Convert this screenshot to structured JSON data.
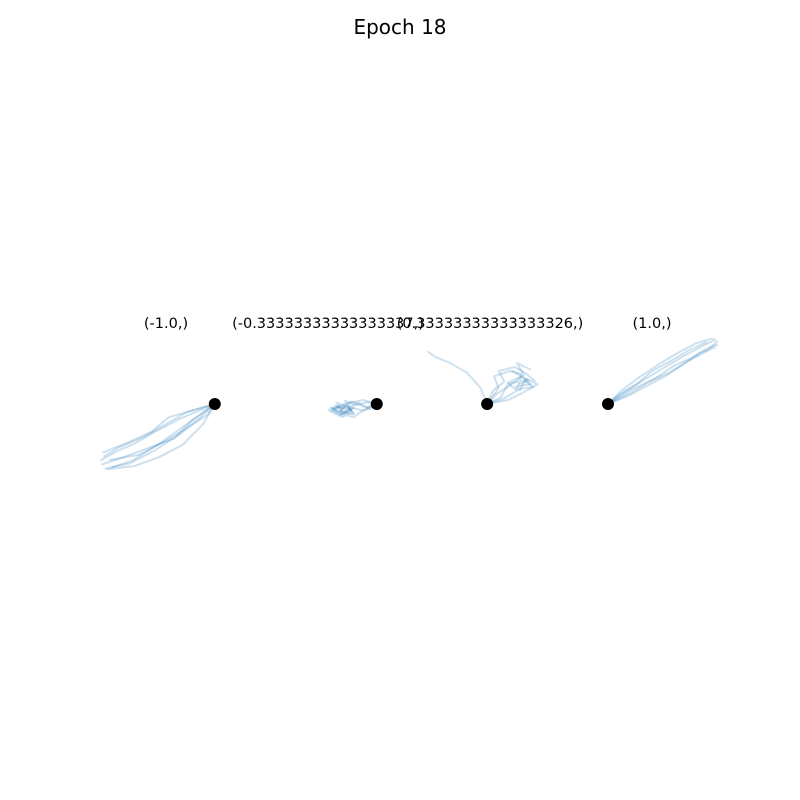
{
  "figure": {
    "title": "Epoch 18"
  },
  "chart_data": [
    {
      "type": "line",
      "title": "(-1.0,)",
      "origin_color": "#000000",
      "trajectory_color": "#1f77b4",
      "origin": [
        0.0,
        0.0
      ],
      "xlim": [
        -1.0,
        0.15
      ],
      "ylim": [
        -1.0,
        1.0
      ],
      "trajectories": [
        {
          "x": [
            0.0,
            -0.12,
            -0.3,
            -0.52,
            -0.74,
            -0.96
          ],
          "y": [
            0.0,
            -0.2,
            -0.45,
            -0.7,
            -0.9,
            -0.98
          ]
        },
        {
          "x": [
            0.0,
            -0.06,
            -0.22,
            -0.45,
            -0.66,
            -0.92
          ],
          "y": [
            0.0,
            -0.16,
            -0.34,
            -0.58,
            -0.77,
            -0.85
          ]
        },
        {
          "x": [
            0.0,
            -0.16,
            -0.4,
            -0.55,
            -0.78,
            -0.98
          ],
          "y": [
            0.0,
            -0.08,
            -0.2,
            -0.42,
            -0.6,
            -0.74
          ]
        },
        {
          "x": [
            0.0,
            -0.2,
            -0.35,
            -0.6,
            -0.82,
            -0.99
          ],
          "y": [
            0.0,
            -0.25,
            -0.52,
            -0.68,
            -0.82,
            -0.92
          ]
        },
        {
          "x": [
            0.0,
            -0.1,
            -0.28,
            -0.48,
            -0.7,
            -0.94
          ],
          "y": [
            0.0,
            -0.3,
            -0.62,
            -0.8,
            -0.94,
            -0.99
          ]
        },
        {
          "x": [
            0.0,
            -0.24,
            -0.46,
            -0.62,
            -0.84,
            -0.97
          ],
          "y": [
            0.0,
            -0.12,
            -0.34,
            -0.5,
            -0.66,
            -0.8
          ]
        },
        {
          "x": [
            0.0,
            -0.14,
            -0.32,
            -0.5,
            -0.72,
            -0.9
          ],
          "y": [
            0.0,
            -0.18,
            -0.4,
            -0.62,
            -0.86,
            -0.96
          ]
        },
        {
          "x": [
            0.0,
            -0.3,
            -0.52,
            -0.7,
            -0.86,
            -1.0
          ],
          "y": [
            0.0,
            -0.22,
            -0.42,
            -0.6,
            -0.72,
            -0.86
          ]
        }
      ]
    },
    {
      "type": "line",
      "title": "(-0.33333333333333337,)",
      "origin_color": "#000000",
      "trajectory_color": "#1f77b4",
      "origin": [
        0.0,
        0.0
      ],
      "xlim": [
        -1.0,
        0.15
      ],
      "ylim": [
        -1.0,
        1.0
      ],
      "trajectories": [
        {
          "x": [
            0.0,
            -0.1,
            -0.22,
            -0.3,
            -0.36,
            -0.28,
            -0.2,
            -0.3
          ],
          "y": [
            0.0,
            -0.05,
            0.04,
            -0.08,
            -0.02,
            -0.14,
            -0.06,
            -0.12
          ]
        },
        {
          "x": [
            0.0,
            -0.12,
            -0.25,
            -0.2,
            -0.32,
            -0.4,
            -0.33,
            -0.26
          ],
          "y": [
            0.0,
            -0.1,
            -0.04,
            -0.16,
            -0.12,
            -0.05,
            -0.18,
            -0.1
          ]
        },
        {
          "x": [
            0.0,
            -0.08,
            -0.18,
            -0.28,
            -0.22,
            -0.34,
            -0.42,
            -0.35
          ],
          "y": [
            0.0,
            0.03,
            -0.02,
            0.05,
            -0.1,
            -0.04,
            -0.09,
            -0.16
          ]
        },
        {
          "x": [
            0.0,
            -0.14,
            -0.2,
            -0.33,
            -0.27,
            -0.38,
            -0.3,
            -0.24
          ],
          "y": [
            0.0,
            -0.12,
            -0.2,
            -0.14,
            -0.02,
            -0.08,
            -0.2,
            -0.15
          ]
        },
        {
          "x": [
            0.0,
            -0.06,
            -0.16,
            -0.24,
            -0.35,
            -0.3,
            -0.2,
            -0.26
          ],
          "y": [
            0.0,
            -0.08,
            0.02,
            -0.05,
            0.02,
            -0.12,
            -0.14,
            -0.04
          ]
        },
        {
          "x": [
            0.0,
            -0.12,
            -0.28,
            -0.38,
            -0.3,
            -0.22,
            -0.32,
            -0.4
          ],
          "y": [
            0.0,
            0.06,
            0.0,
            -0.06,
            -0.16,
            -0.08,
            -0.02,
            -0.12
          ]
        }
      ]
    },
    {
      "type": "line",
      "title": "(0.33333333333333326,)",
      "origin_color": "#000000",
      "trajectory_color": "#1f77b4",
      "origin": [
        0.0,
        0.0
      ],
      "xlim": [
        -0.55,
        0.6
      ],
      "ylim": [
        -1.0,
        1.0
      ],
      "trajectories": [
        {
          "x": [
            0.0,
            0.08,
            0.2,
            0.3,
            0.22,
            0.36,
            0.28
          ],
          "y": [
            0.0,
            0.15,
            0.28,
            0.42,
            0.5,
            0.36,
            0.3
          ]
        },
        {
          "x": [
            0.0,
            0.12,
            0.18,
            0.32,
            0.4,
            0.26,
            0.3
          ],
          "y": [
            0.0,
            0.1,
            0.3,
            0.36,
            0.26,
            0.22,
            0.44
          ]
        },
        {
          "x": [
            0.0,
            0.05,
            0.15,
            0.1,
            0.24,
            0.34,
            0.42
          ],
          "y": [
            0.0,
            0.2,
            0.34,
            0.5,
            0.56,
            0.46,
            0.34
          ]
        },
        {
          "x": [
            0.0,
            0.14,
            0.26,
            0.18,
            0.3,
            0.38,
            0.24
          ],
          "y": [
            0.0,
            0.08,
            0.2,
            0.32,
            0.42,
            0.3,
            0.26
          ]
        },
        {
          "x": [
            0.0,
            0.1,
            0.06,
            0.2,
            0.32,
            0.26,
            0.38
          ],
          "y": [
            0.0,
            0.24,
            0.42,
            0.5,
            0.44,
            0.62,
            0.52
          ]
        },
        {
          "x": [
            0.0,
            -0.06,
            -0.18,
            -0.32,
            -0.46,
            -0.52
          ],
          "y": [
            0.0,
            0.25,
            0.48,
            0.62,
            0.72,
            0.8
          ]
        },
        {
          "x": [
            0.0,
            0.18,
            0.3,
            0.44,
            0.34,
            0.28
          ],
          "y": [
            0.0,
            0.06,
            0.16,
            0.3,
            0.38,
            0.2
          ]
        }
      ]
    },
    {
      "type": "line",
      "title": "(1.0,)",
      "origin_color": "#000000",
      "trajectory_color": "#1f77b4",
      "origin": [
        0.0,
        0.0
      ],
      "xlim": [
        -0.2,
        1.0
      ],
      "ylim": [
        -1.0,
        1.0
      ],
      "trajectories": [
        {
          "x": [
            0.0,
            0.15,
            0.32,
            0.5,
            0.68,
            0.86,
            0.98
          ],
          "y": [
            0.0,
            0.18,
            0.36,
            0.54,
            0.72,
            0.88,
            0.98
          ]
        },
        {
          "x": [
            0.0,
            0.2,
            0.38,
            0.56,
            0.74,
            0.9,
            1.0
          ],
          "y": [
            0.0,
            0.16,
            0.34,
            0.48,
            0.66,
            0.8,
            0.96
          ]
        },
        {
          "x": [
            0.0,
            0.12,
            0.28,
            0.46,
            0.62,
            0.8,
            0.96
          ],
          "y": [
            0.0,
            0.2,
            0.4,
            0.6,
            0.76,
            0.92,
            1.0
          ]
        },
        {
          "x": [
            0.0,
            0.22,
            0.44,
            0.6,
            0.76,
            0.92,
            1.0
          ],
          "y": [
            0.0,
            0.22,
            0.4,
            0.58,
            0.7,
            0.86,
            0.9
          ]
        },
        {
          "x": [
            0.0,
            0.1,
            0.26,
            0.4,
            0.58,
            0.74,
            0.9
          ],
          "y": [
            0.0,
            0.14,
            0.3,
            0.5,
            0.66,
            0.82,
            0.94
          ]
        },
        {
          "x": [
            0.0,
            0.18,
            0.36,
            0.54,
            0.7,
            0.84,
            0.98
          ],
          "y": [
            0.0,
            0.12,
            0.28,
            0.44,
            0.62,
            0.78,
            0.86
          ]
        }
      ]
    }
  ]
}
